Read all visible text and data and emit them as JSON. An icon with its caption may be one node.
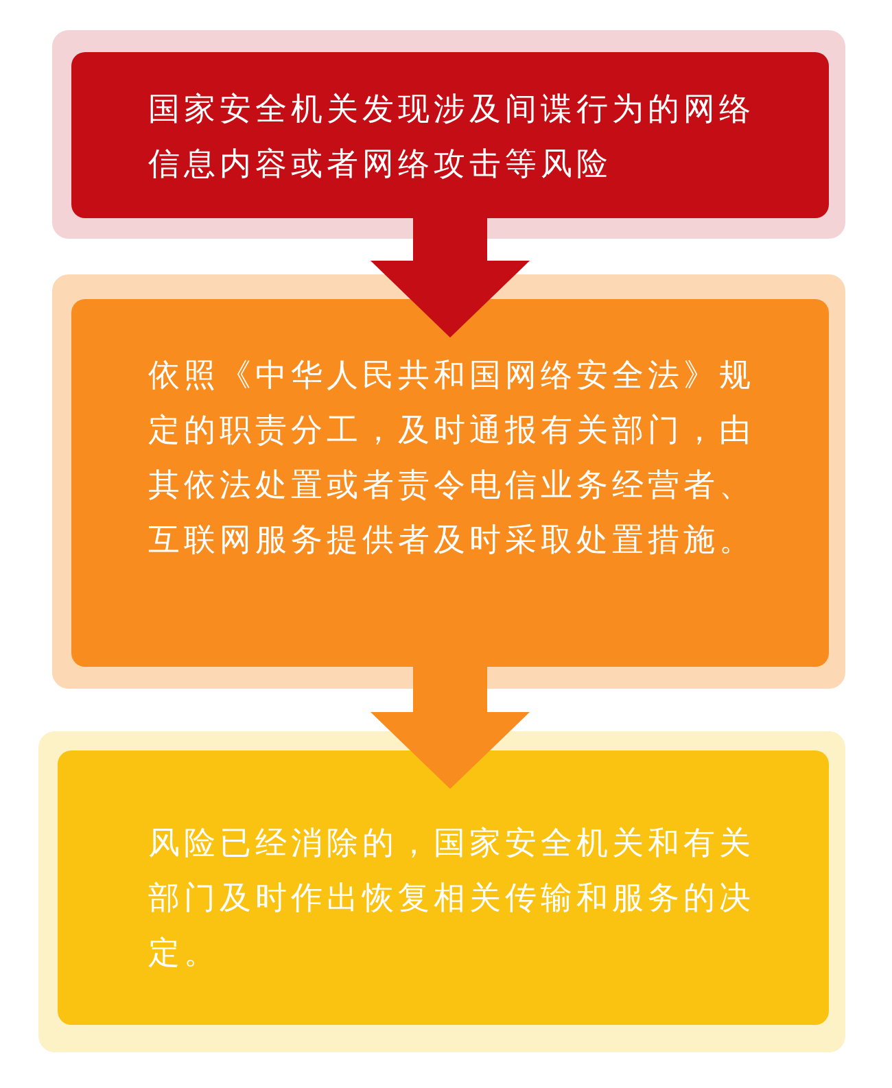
{
  "diagram": {
    "nodes": [
      {
        "text": [
          "国家安全机关发现涉及间谍行为的网络信息内容或者网络攻击等风险"
        ]
      },
      {
        "text": [
          "依照《中华人民共和国网络安全法》规定的职责分工，及时通报有关部门，由其依法处置或者责令电信业务经营者、互联网服务提供者及时采取处置措施。"
        ]
      },
      {
        "text": [
          "风险已经消除的，国家安全机关和有关部门及时作出恢复相关传输和服务的决定。"
        ]
      }
    ],
    "edges": [
      {
        "from": 0,
        "to": 1,
        "arrow": "to",
        "color": "#c40d14"
      },
      {
        "from": 1,
        "to": 2,
        "arrow": "to",
        "color": "#f98c1e"
      }
    ]
  }
}
